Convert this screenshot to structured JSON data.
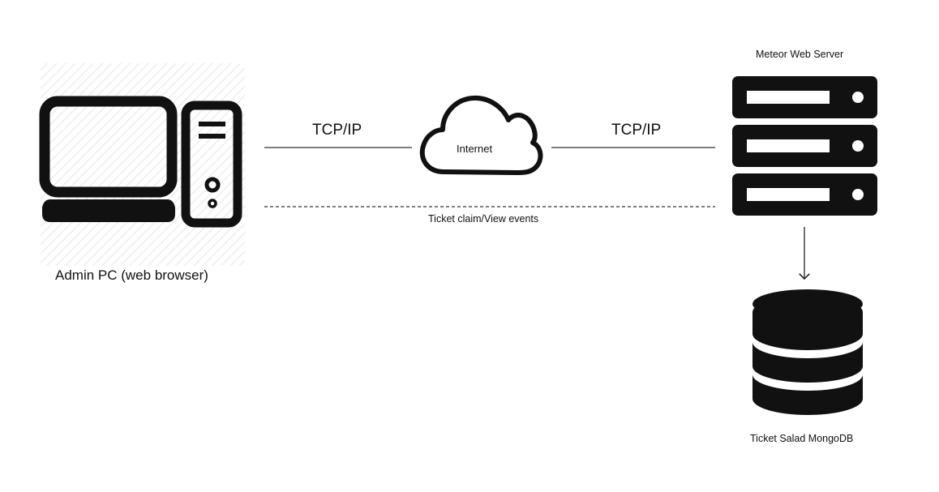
{
  "diagram": {
    "admin_pc": {
      "label": "Admin PC (web browser)",
      "icon": "desktop-computer-icon"
    },
    "internet": {
      "label": "Internet",
      "icon": "cloud-icon"
    },
    "web_server": {
      "label": "Meteor Web Server",
      "icon": "server-rack-icon"
    },
    "database": {
      "label": "Ticket Salad MongoDB",
      "icon": "database-icon"
    },
    "links": {
      "pc_to_internet": "TCP/IP",
      "internet_to_server": "TCP/IP",
      "pc_to_server_dashed": "Ticket claim/View events"
    },
    "colors": {
      "ink": "#111111",
      "background": "#ffffff"
    }
  }
}
